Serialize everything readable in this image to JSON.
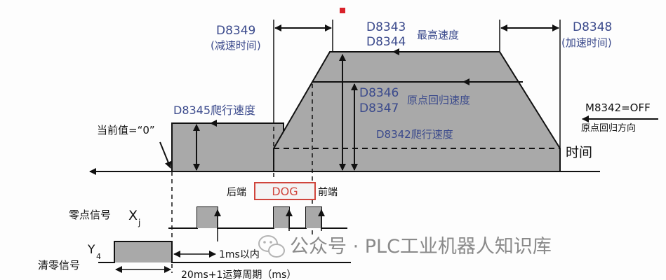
{
  "speed_params": {
    "decel_reg": "D8349",
    "decel_label": "(减速时间)",
    "max_speed_reg_1": "D8343",
    "max_speed_reg_2": "D8344",
    "max_speed_label": "最高速度",
    "accel_reg": "D8348",
    "accel_label": "(加速时间)",
    "return_speed_reg_1": "D8346",
    "return_speed_reg_2": "D8347",
    "return_speed_label": "原点回归速度",
    "creep_speed": "D8345爬行速度",
    "crawl_speed": "D8342爬行速度",
    "direction_flag": "M8342=OFF",
    "direction_label": "原点回归方向",
    "current_value": "当前值=“0”",
    "time_axis": "时间"
  },
  "dog_signal": {
    "rear_label": "后端",
    "box_label": "DOG",
    "front_label": "前端"
  },
  "zero_signal": {
    "label": "零点信号",
    "symbol": "X",
    "subscript": "j"
  },
  "clear_signal": {
    "label": "清零信号",
    "symbol": "Y",
    "subscript": "4",
    "within_1ms": "1ms以内",
    "period": "20ms+1运算周期（ms）"
  },
  "watermark": {
    "text": "公众号 · PLC工业机器人知识库"
  },
  "colors": {
    "fill_gray": "#a9a9a9",
    "line": "#111111",
    "blue_text": "#3b4a8c",
    "dog_box": "#d0453c",
    "marker": "#d9222a"
  }
}
